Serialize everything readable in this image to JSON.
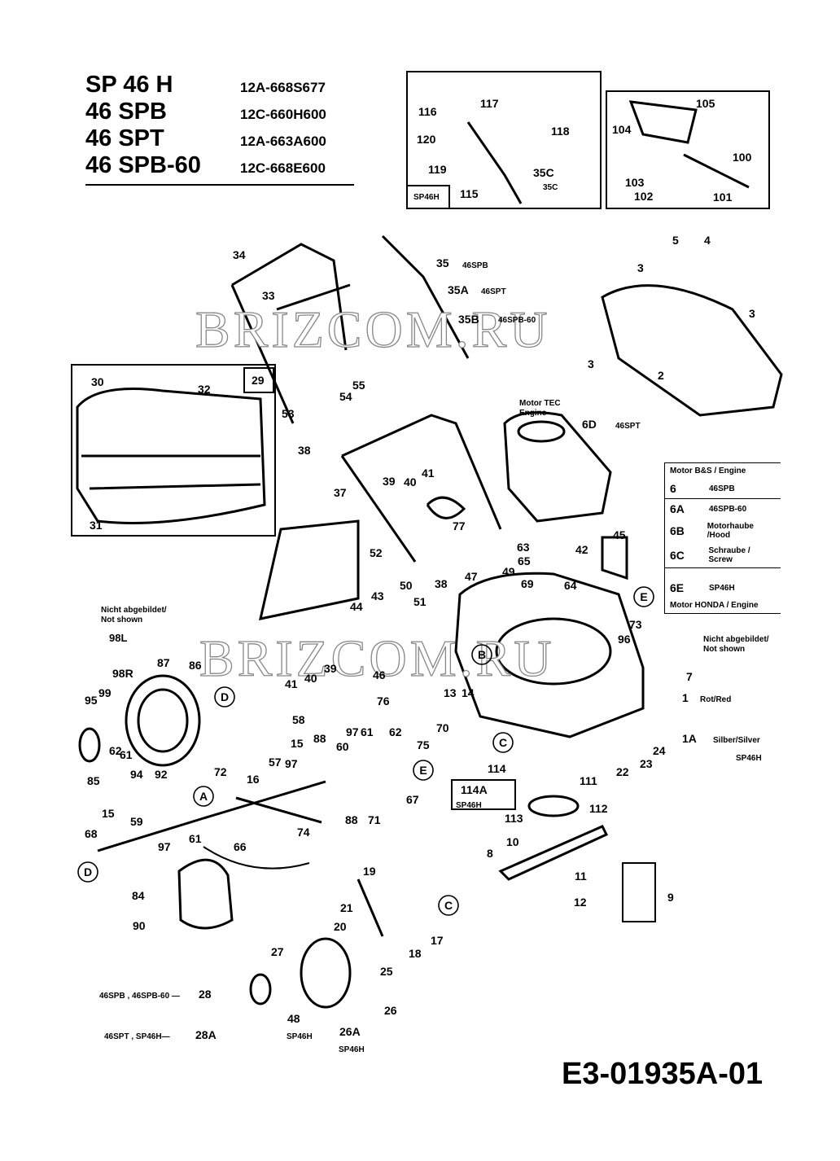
{
  "models": [
    {
      "name": "SP 46 H",
      "code": "12A-668S677"
    },
    {
      "name": "46 SPB",
      "code": "12C-660H600"
    },
    {
      "name": "46 SPT",
      "code": "12A-663A600"
    },
    {
      "name": "46 SPB-60",
      "code": "12C-668E600"
    }
  ],
  "document_code": "E3-01935A-01",
  "watermark": "BRIZCOM.RU",
  "notes": {
    "not_shown_98L": {
      "line1": "Nicht abgebildet/",
      "line2": "Not shown",
      "part": "98L"
    },
    "not_shown_engine": {
      "line1": "Nicht abgebildet/",
      "line2": "Not shown"
    },
    "motor_tec": {
      "line1": "Motor TEC",
      "line2": "Engine"
    }
  },
  "engine_table": [
    {
      "key": "Motor B&S / Engine",
      "val": ""
    },
    {
      "key": "6",
      "val": "46SPB"
    },
    {
      "key": "6A",
      "val": "46SPB-60"
    },
    {
      "key": "6B",
      "val": "Motorhaube /Hood"
    },
    {
      "key": "6C",
      "val": "Schraube / Screw"
    },
    {
      "key": "6E",
      "val": "SP46H"
    },
    {
      "key": "Motor HONDA / Engine",
      "val": ""
    }
  ],
  "inset_labels": {
    "sp46h_a": "SP46H",
    "inset29": "29"
  },
  "callouts": {
    "c1": "1",
    "c1_note": "Rot/Red",
    "c1A": "1A",
    "c1A_note": "Silber/Silver",
    "c1A_model": "SP46H",
    "c2": "2",
    "c3": "3",
    "c4": "4",
    "c5": "5",
    "c6D": "6D",
    "c6D_model": "46SPT",
    "c7": "7",
    "c8": "8",
    "c9": "9",
    "c10": "10",
    "c11": "11",
    "c12": "12",
    "c13": "13",
    "c14": "14",
    "c15": "15",
    "c16": "16",
    "c17": "17",
    "c18": "18",
    "c19": "19",
    "c20": "20",
    "c21": "21",
    "c22": "22",
    "c23": "23",
    "c24": "24",
    "c25": "25",
    "c26": "26",
    "c26A": "26A",
    "c27": "27",
    "c28": "28",
    "c28_models": "46SPB , 46SPB-60 —",
    "c28A": "28A",
    "c28A_models": "46SPT , SP46H—",
    "c29": "29",
    "c30": "30",
    "c31": "31",
    "c32": "32",
    "c33": "33",
    "c34": "34",
    "c35": "35",
    "c35_model": "46SPB",
    "c35A": "35A",
    "c35A_model": "46SPT",
    "c35B": "35B",
    "c35B_model": "46SPB-60",
    "c35C": "35C",
    "c37": "37",
    "c38": "38",
    "c39": "39",
    "c40": "40",
    "c41": "41",
    "c42": "42",
    "c43": "43",
    "c44": "44",
    "c45": "45",
    "c46": "46",
    "c47": "47",
    "c48": "48",
    "c49": "49",
    "c50": "50",
    "c51": "51",
    "c52": "52",
    "c53": "53",
    "c54": "54",
    "c55": "55",
    "c57": "57",
    "c58": "58",
    "c59": "59",
    "c60": "60",
    "c61": "61",
    "c62": "62",
    "c63": "63",
    "c64": "64",
    "c65": "65",
    "c66": "66",
    "c67": "67",
    "c68": "68",
    "c69": "69",
    "c70": "70",
    "c71": "71",
    "c72": "72",
    "c73": "73",
    "c74": "74",
    "c75": "75",
    "c76": "76",
    "c77": "77",
    "c84": "84",
    "c85": "85",
    "c86": "86",
    "c87": "87",
    "c88": "88",
    "c90": "90",
    "c92": "92",
    "c94": "94",
    "c95": "95",
    "c96": "96",
    "c97": "97",
    "c98R": "98R",
    "c99": "99",
    "c100": "100",
    "c101": "101",
    "c102": "102",
    "c103": "103",
    "c104": "104",
    "c105": "105",
    "c111": "111",
    "c112": "112",
    "c113": "113",
    "c114": "114",
    "c114A": "114A",
    "c115": "115",
    "c116": "116",
    "c117": "117",
    "c118": "118",
    "c119": "119",
    "c120": "120",
    "refA": "A",
    "refB": "B",
    "refC": "C",
    "refD": "D",
    "refE": "E"
  }
}
